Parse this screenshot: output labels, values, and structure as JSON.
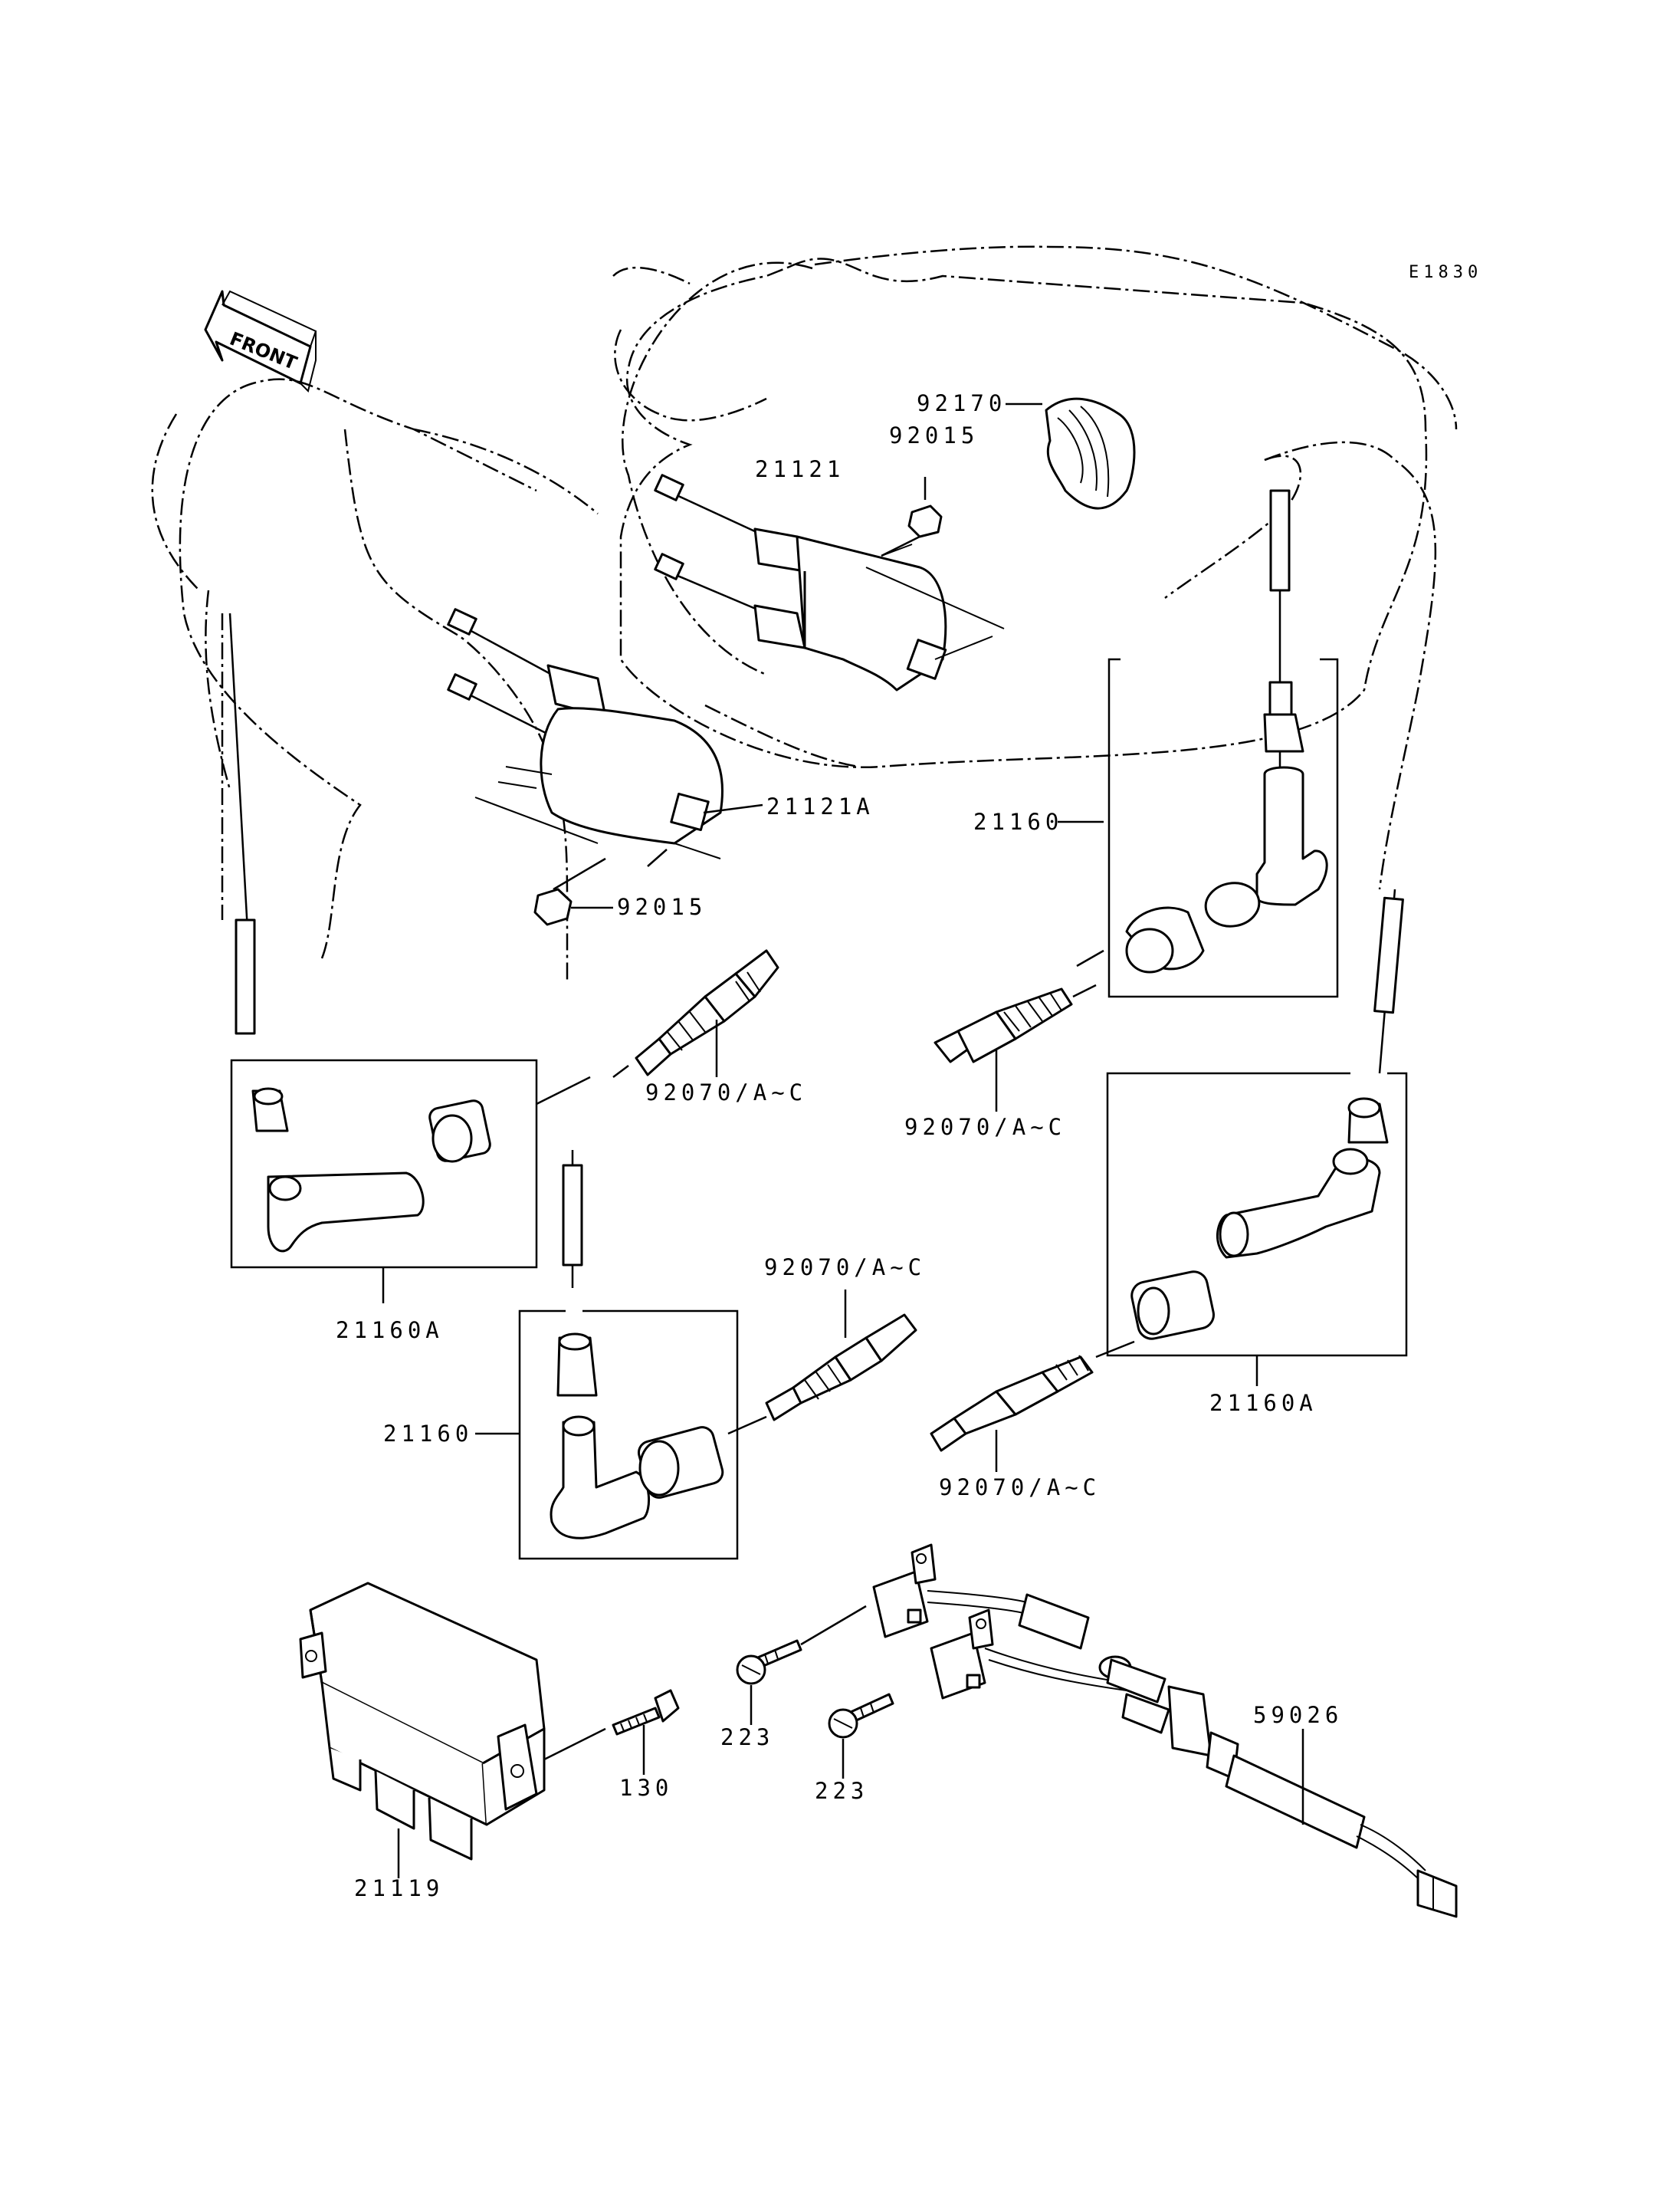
{
  "diagram_code": "E1830",
  "front_label": "FRONT",
  "labels": {
    "p92170": "92170",
    "p92015_top": "92015",
    "p21121": "21121",
    "p21121A": "21121A",
    "p92015_mid": "92015",
    "p21160_right": "21160",
    "p92070_left": "92070/A~C",
    "p92070_right": "92070/A~C",
    "p21160A_left": "21160A",
    "p92070_center": "92070/A~C",
    "p21160_center": "21160",
    "p92070_lower": "92070/A~C",
    "p21160A_right": "21160A",
    "p223_left": "223",
    "p223_right": "223",
    "p59026": "59026",
    "p130": "130",
    "p21119": "21119"
  },
  "colors": {
    "ink": "#000000",
    "paper": "#ffffff"
  }
}
